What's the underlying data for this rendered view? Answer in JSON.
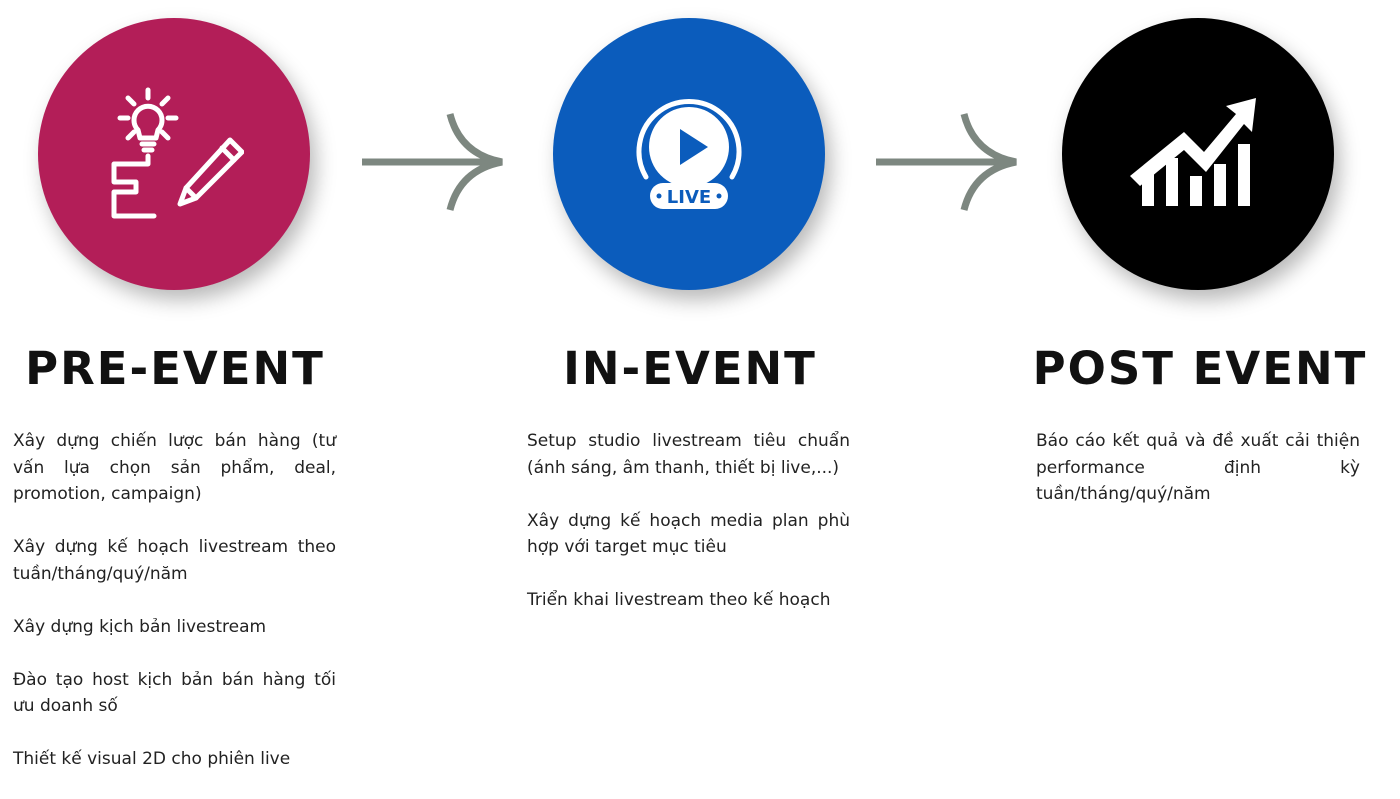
{
  "colors": {
    "pre_event": "#b31e58",
    "in_event": "#0b5cbc",
    "post_event": "#000000",
    "arrow": "#7d8780"
  },
  "stages": [
    {
      "icon": "idea-pencil-icon",
      "title": "PRE-EVENT",
      "items": [
        "Xây dựng chiến lược bán hàng (tư vấn lựa chọn sản phẩm, deal, promotion, campaign)",
        "Xây dựng kế hoạch livestream theo tuần/tháng/quý/năm",
        "Xây dựng kịch bản livestream",
        "Đào tạo host kịch bản bán hàng tối ưu doanh số",
        "Thiết kế visual 2D cho phiên live"
      ]
    },
    {
      "icon": "live-play-icon",
      "title": "IN-EVENT",
      "live_badge": "LIVE",
      "items": [
        "Setup studio livestream tiêu chuẩn (ánh sáng, âm thanh, thiết bị live,...)",
        "Xây dựng kế hoạch media plan phù hợp với target mục tiêu",
        "Triển khai livestream theo kế hoạch"
      ]
    },
    {
      "icon": "growth-chart-icon",
      "title": "POST EVENT",
      "items": [
        "Báo cáo kết quả và đề xuất cải thiện performance định kỳ tuần/tháng/quý/năm"
      ]
    }
  ]
}
